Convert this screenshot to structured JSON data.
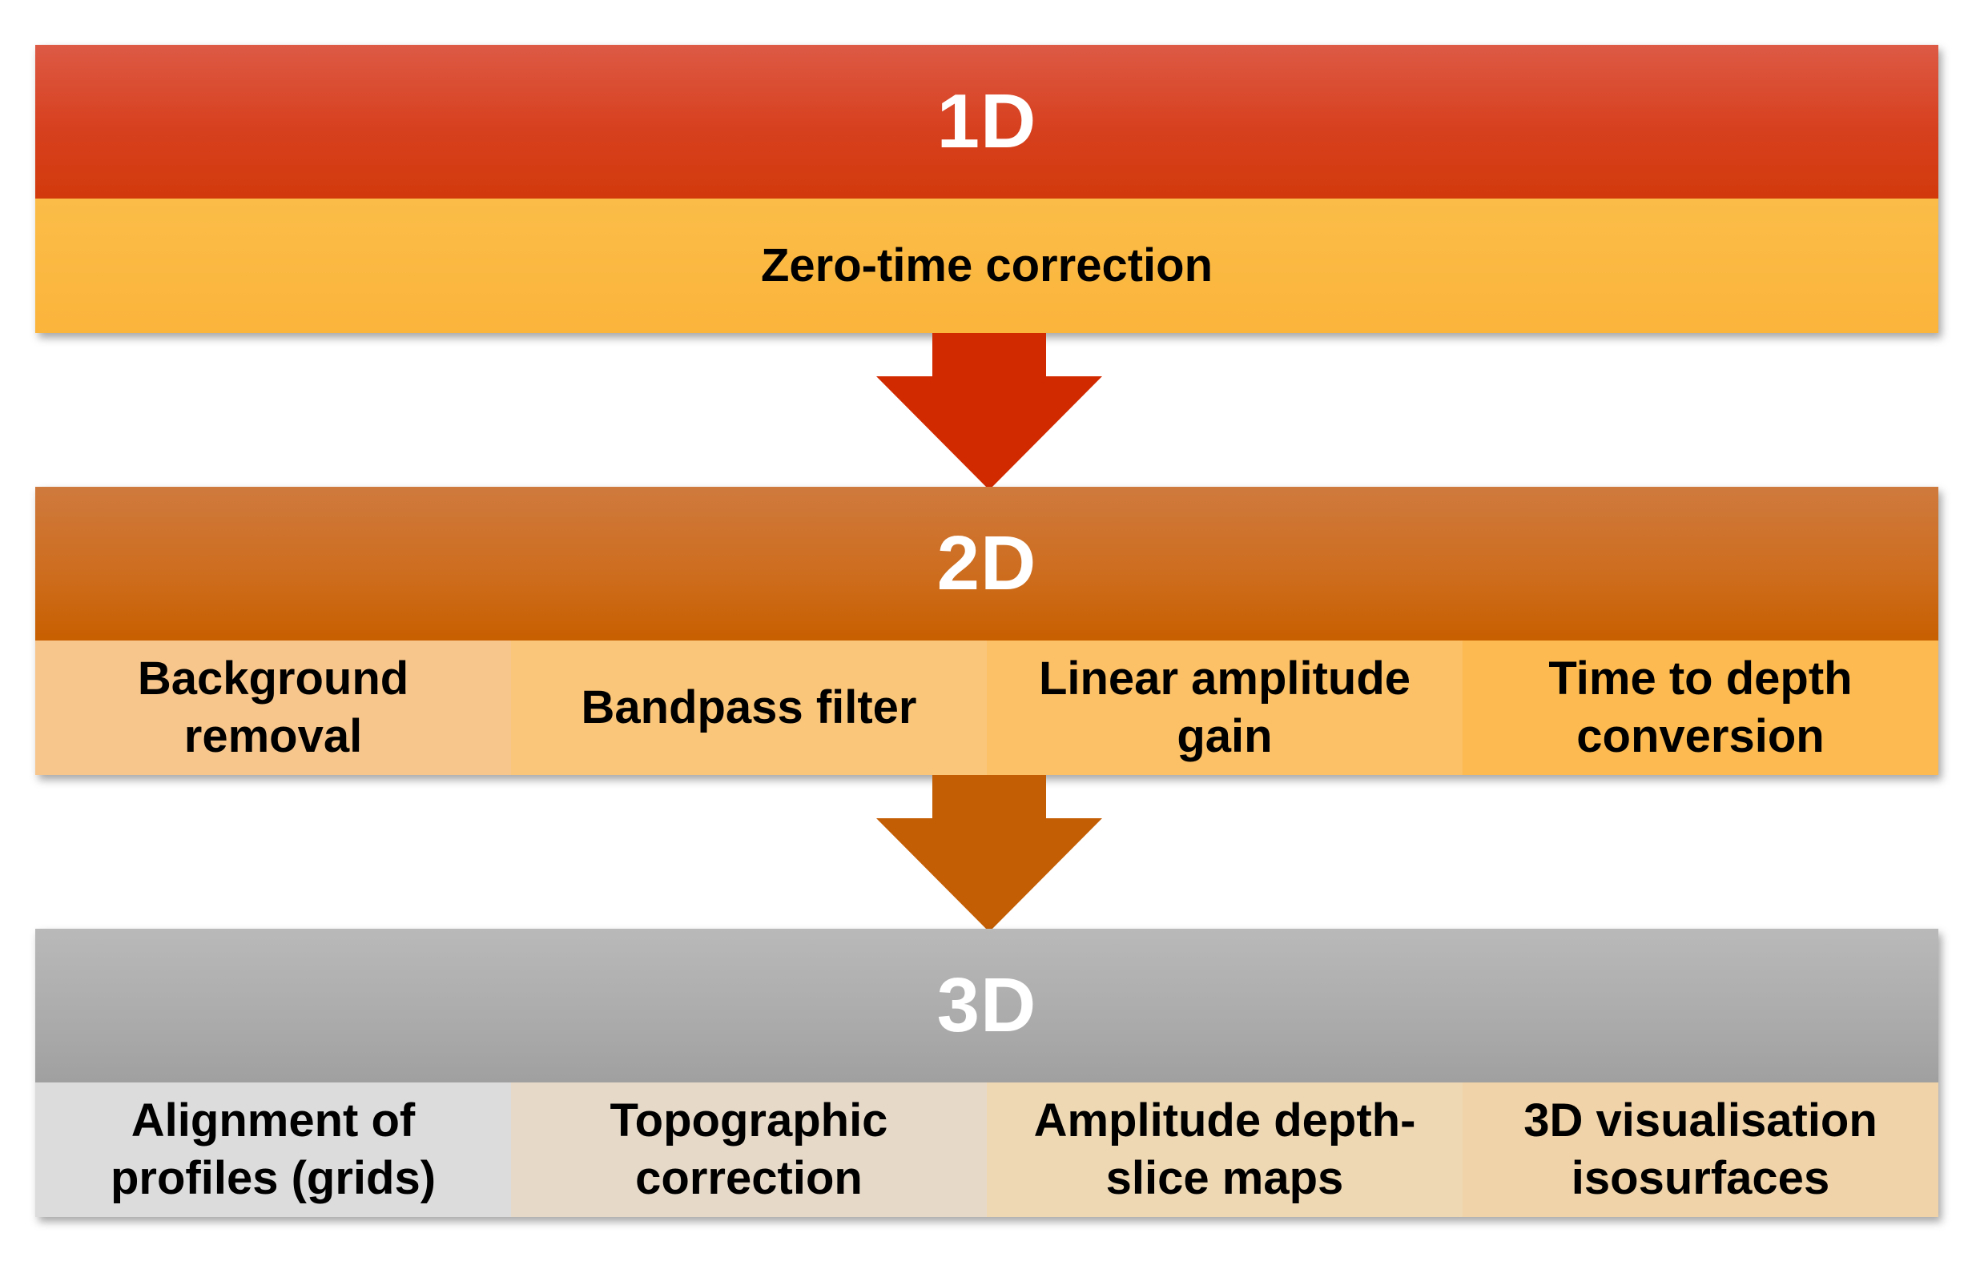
{
  "colors": {
    "stage_1d_header": "#d7401e",
    "stage_2d_header": "#cd6c1c",
    "stage_3d_header": "#ababab",
    "arrow_1": "#d22a00",
    "arrow_2": "#c45e04"
  },
  "stages": [
    {
      "title": "1D",
      "steps": [
        "Zero-time correction"
      ]
    },
    {
      "title": "2D",
      "steps": [
        "Background removal",
        "Bandpass filter",
        "Linear amplitude gain",
        "Time to depth conversion"
      ]
    },
    {
      "title": "3D",
      "steps": [
        "Alignment of profiles (grids)",
        "Topographic correction",
        "Amplitude depth-slice maps",
        "3D visualisation isosurfaces"
      ]
    }
  ],
  "icons": [
    "down-arrow-icon",
    "down-arrow-icon"
  ]
}
